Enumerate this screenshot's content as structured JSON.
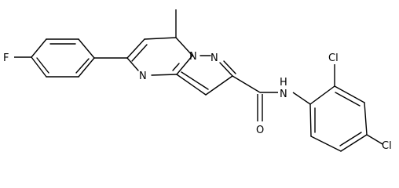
{
  "molecule": {
    "atoms": {
      "fluorine": "F",
      "n_pyrimidine": "N",
      "n_bridge": "N",
      "n_pyrazole": "N",
      "n_amide": "N",
      "h_amide": "H",
      "oxygen": "O",
      "chlorine_ortho": "Cl",
      "chlorine_para": "Cl"
    }
  },
  "colors": {
    "bond": "#000000",
    "background": "#ffffff"
  }
}
